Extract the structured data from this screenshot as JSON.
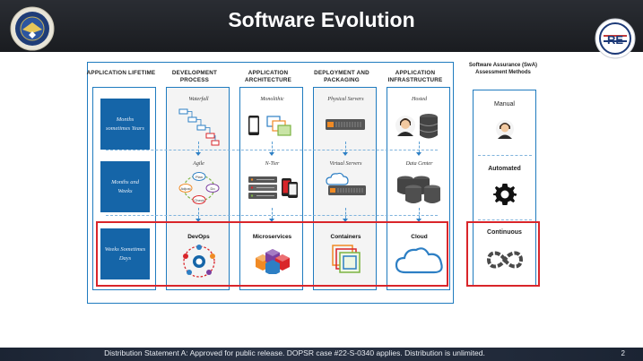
{
  "slide": {
    "title": "Software Evolution",
    "footer": "Distribution Statement A: Approved for public release. DOPSR case #22-S-0340 applies. Distribution is unlimited.",
    "page_number": "2"
  },
  "columns": [
    {
      "header": "APPLICATION LIFETIME"
    },
    {
      "header": "DEVELOPMENT PROCESS"
    },
    {
      "header": "APPLICATION ARCHITECTURE"
    },
    {
      "header": "DEPLOYMENT AND PACKAGING"
    },
    {
      "header": "APPLICATION INFRASTRUCTURE"
    }
  ],
  "lifetime": [
    "Months sometimes Years",
    "Months and Weeks",
    "Weeks Sometimes Days"
  ],
  "development": {
    "stage1": "Waterfall",
    "stage2": "Agile",
    "stage3": "DevOps",
    "agile_nodes": [
      "Plan",
      "Do",
      "Check",
      "Adjust"
    ]
  },
  "architecture": {
    "stage1": "Monolithic",
    "stage2": "N-Tier",
    "stage3": "Microservices"
  },
  "deployment": {
    "stage1": "Physical Servers",
    "stage2": "Virtual Servers",
    "stage3": "Containers"
  },
  "infrastructure": {
    "stage1": "Hosted",
    "stage2": "Data Center",
    "stage3": "Cloud"
  },
  "swa": {
    "header": "Software Assurance (SwA) Assessment Methods",
    "manual": "Manual",
    "automated": "Automated",
    "continuous": "Continuous"
  },
  "colors": {
    "accent_blue": "#1f7bbf",
    "highlight_red": "#d9252a",
    "lifetime_blue": "#1565a8",
    "header_dark": "#1a1c20"
  },
  "icons": [
    "dod-seal-icon",
    "logo-re-icon",
    "waterfall-icon",
    "agile-cycle-icon",
    "devops-icon",
    "phone-icon",
    "monolith-app-icon",
    "server-rack-icon",
    "tablet-icon",
    "microservices-cubes-icon",
    "server-icon",
    "cloud-server-icon",
    "containers-icon",
    "user-avatar-icon",
    "database-icon",
    "cloud-icon",
    "gear-icon",
    "infinity-icon"
  ]
}
